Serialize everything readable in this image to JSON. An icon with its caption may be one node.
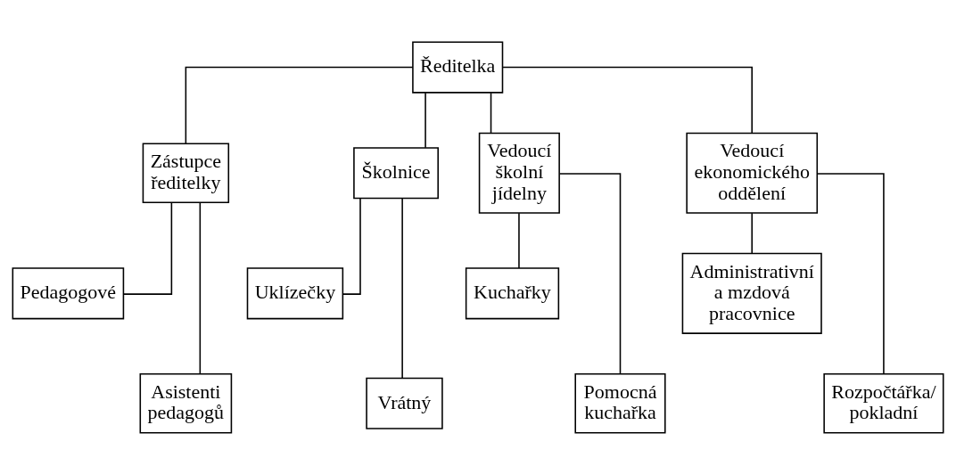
{
  "diagram": {
    "nodes": [
      {
        "text": [
          "Ředitelka"
        ]
      },
      {
        "text": [
          "Zástupce ředitelky"
        ]
      },
      {
        "text": [
          "Školnice"
        ]
      },
      {
        "text": [
          "Vedoucí školní jídelny"
        ]
      },
      {
        "text": [
          "Vedoucí ekonomického oddělení"
        ]
      },
      {
        "text": [
          "Pedagogové"
        ]
      },
      {
        "text": [
          "Asistenti pedagogů"
        ]
      },
      {
        "text": [
          "Uklízečky"
        ]
      },
      {
        "text": [
          "Vrátný"
        ]
      },
      {
        "text": [
          "Kuchařky"
        ]
      },
      {
        "text": [
          "Pomocná kuchařka"
        ]
      },
      {
        "text": [
          "Administrativní a mzdová pracovnice"
        ]
      },
      {
        "text": [
          "Rozpočtářka/ pokladní"
        ]
      }
    ],
    "edges": [
      {
        "from": 0,
        "to": 1,
        "arrow": "none"
      },
      {
        "from": 0,
        "to": 2,
        "arrow": "none"
      },
      {
        "from": 0,
        "to": 3,
        "arrow": "none"
      },
      {
        "from": 0,
        "to": 4,
        "arrow": "none"
      },
      {
        "from": 1,
        "to": 5,
        "arrow": "none"
      },
      {
        "from": 1,
        "to": 6,
        "arrow": "none"
      },
      {
        "from": 2,
        "to": 7,
        "arrow": "none"
      },
      {
        "from": 2,
        "to": 8,
        "arrow": "none"
      },
      {
        "from": 3,
        "to": 9,
        "arrow": "none"
      },
      {
        "from": 3,
        "to": 10,
        "arrow": "none"
      },
      {
        "from": 4,
        "to": 11,
        "arrow": "none"
      },
      {
        "from": 4,
        "to": 12,
        "arrow": "none"
      }
    ]
  }
}
